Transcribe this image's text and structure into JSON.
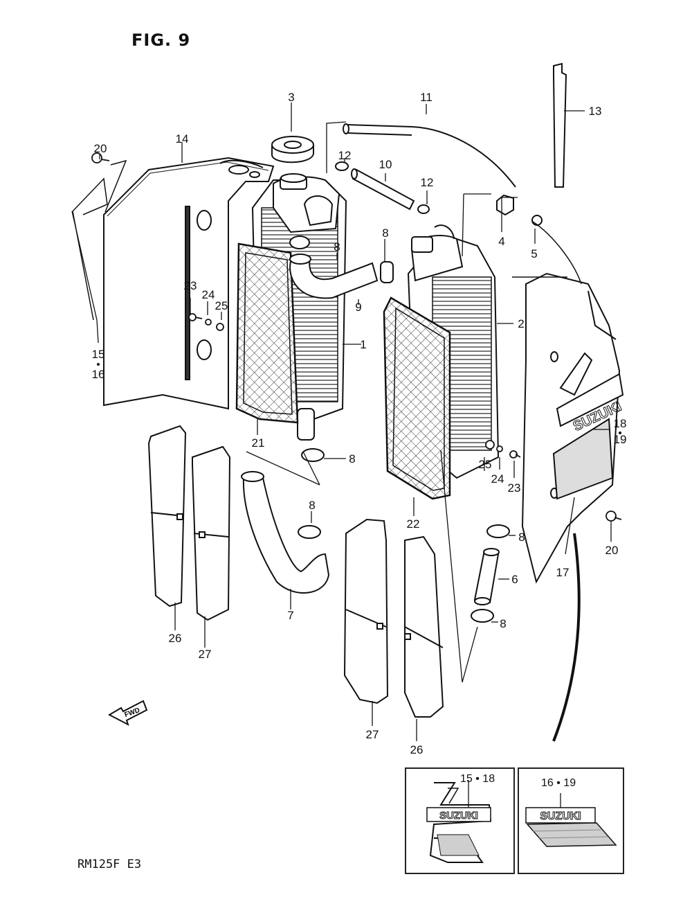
{
  "figure": {
    "title": "FIG. 9",
    "model": "RM125F  E3"
  },
  "callouts": {
    "c1": "1",
    "c2": "2",
    "c3": "3",
    "c4": "4",
    "c5": "5",
    "c6": "6",
    "c7": "7",
    "c8a": "8",
    "c8b": "8",
    "c8c": "8",
    "c8d": "8",
    "c8e": "8",
    "c8f": "8",
    "c9": "9",
    "c10": "10",
    "c11": "11",
    "c12a": "12",
    "c12b": "12",
    "c13": "13",
    "c14": "14",
    "c15": "15",
    "c16": "16",
    "c17": "17",
    "c18": "18",
    "c19": "19",
    "c20a": "20",
    "c20b": "20",
    "c21": "21",
    "c22": "22",
    "c23a": "23",
    "c23b": "23",
    "c24a": "24",
    "c24b": "24",
    "c25a": "25",
    "c25b": "25",
    "c26a": "26",
    "c26b": "26",
    "c27a": "27",
    "c27b": "27"
  },
  "decal_text": "SUZUKI",
  "fwd_text": "FWD",
  "insets": [
    {
      "label": "15 • 18",
      "decal": "SUZUKI"
    },
    {
      "label": "16 • 19",
      "decal": "SUZUKI"
    }
  ]
}
